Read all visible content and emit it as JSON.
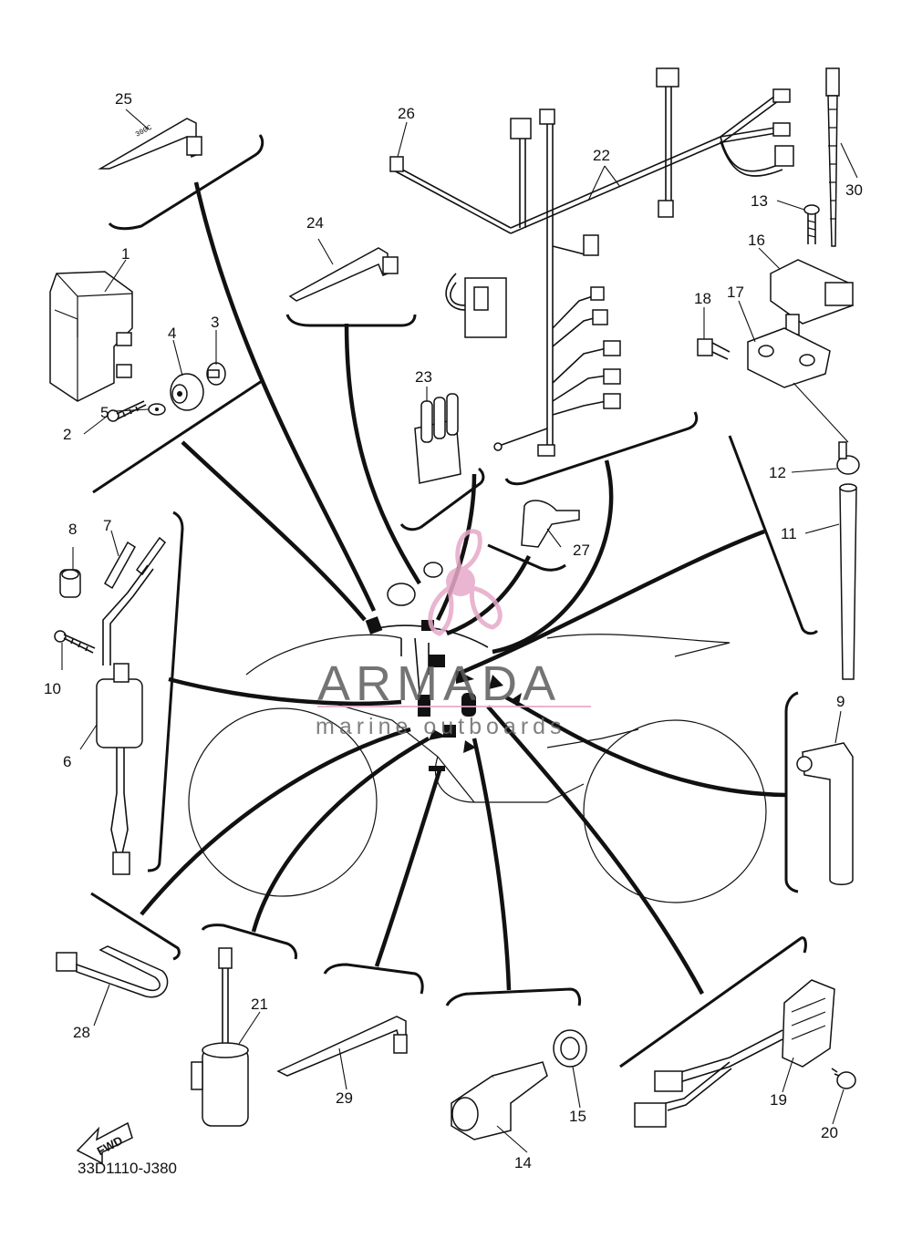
{
  "diagram": {
    "drawing_code": "33D1110-J380",
    "fwd_label": "FWD",
    "watermark": {
      "brand": "ARMADA",
      "tagline": "marine outboards",
      "color": "#e6a9c8"
    },
    "callouts": [
      "1",
      "2",
      "3",
      "4",
      "5",
      "6",
      "7",
      "8",
      "9",
      "10",
      "11",
      "12",
      "13",
      "14",
      "15",
      "16",
      "17",
      "18",
      "19",
      "20",
      "21",
      "22",
      "23",
      "24",
      "25",
      "26",
      "27",
      "28",
      "29",
      "30"
    ]
  }
}
